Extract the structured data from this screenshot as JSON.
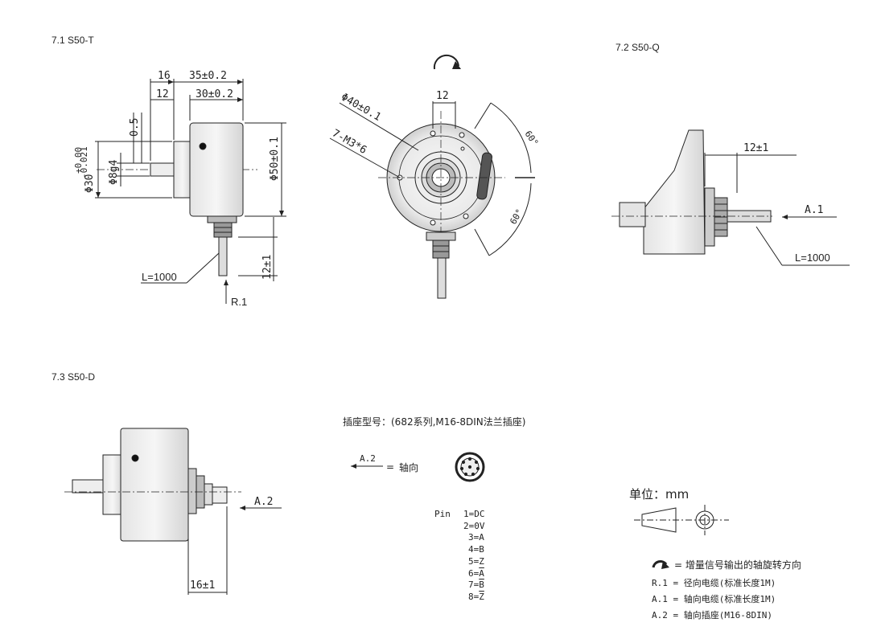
{
  "sections": {
    "s1_title": "7.1 S50-T",
    "s2_title": "7.2 S50-Q",
    "s3_title": "7.3 S50-D"
  },
  "s1_dims": {
    "d16": "16",
    "d35": "35±0.2",
    "d12": "12",
    "d30": "30±0.2",
    "d05": "0.5",
    "d50": "Φ50±0.1",
    "tol": "+0.00",
    "tol2": "-0.021",
    "d30g": "Φ30",
    "d8g4": "Φ8g4",
    "l1000": "L=1000",
    "d12b": "12±1",
    "r1": "R.1"
  },
  "front_dims": {
    "d12": "12",
    "d40": "Φ40±0.1",
    "m3": "7-M3*6",
    "a60a": "60°",
    "a60b": "60°"
  },
  "s2_dims": {
    "d12": "12±1",
    "a1": "A.1",
    "l1000": "L=1000"
  },
  "s3_dims": {
    "a2": "A.2",
    "d16": "16±1"
  },
  "connector": {
    "title": "插座型号：(682系列,M16-8DIN法兰插座)",
    "a2": "A.2",
    "equals": "=",
    "axial": "轴向",
    "pin_label": "Pin",
    "pins": [
      "1=DC",
      "2=0V",
      "3=A",
      "4=B",
      "5=Z",
      "6=A",
      "7=B",
      "8=Z"
    ]
  },
  "legend": {
    "unit": "单位：mm",
    "rotation": "= 增量信号输出的轴旋转方向",
    "r1": "R.1 = 径向电缆(标准长度1M)",
    "a1": "A.1 = 轴向电缆(标准长度1M)",
    "a2": "A.2 = 轴向插座(M16-8DIN)"
  }
}
